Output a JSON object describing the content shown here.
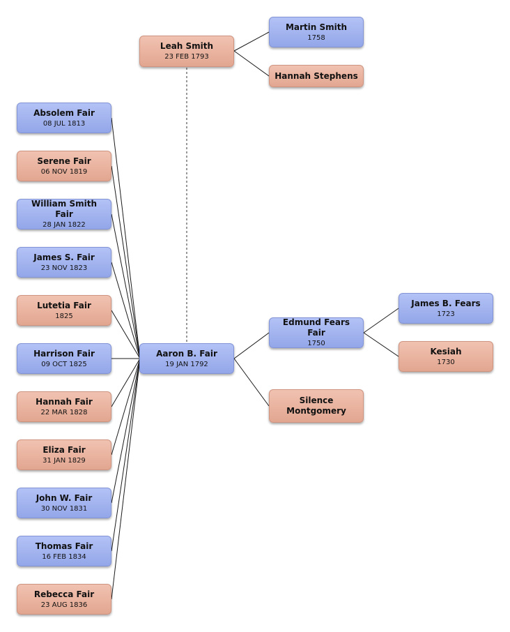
{
  "people": {
    "leah_smith": {
      "name": "Leah Smith",
      "date": "23 FEB 1793",
      "sex": "female"
    },
    "martin_smith": {
      "name": "Martin Smith",
      "date": "1758",
      "sex": "male"
    },
    "hannah_stephens": {
      "name": "Hannah Stephens",
      "date": "",
      "sex": "female"
    },
    "aaron_fair": {
      "name": "Aaron B. Fair",
      "date": "19 JAN 1792",
      "sex": "male"
    },
    "edmund_fair": {
      "name": "Edmund Fears Fair",
      "date": "1750",
      "sex": "male"
    },
    "silence_montgomery": {
      "name": "Silence Montgomery",
      "date": "",
      "sex": "female"
    },
    "james_fears": {
      "name": "James B. Fears",
      "date": "1723",
      "sex": "male"
    },
    "kesiah": {
      "name": "Kesiah",
      "date": "1730",
      "sex": "female"
    }
  },
  "children": [
    {
      "name": "Absolem Fair",
      "date": "08 JUL 1813",
      "sex": "male"
    },
    {
      "name": "Serene Fair",
      "date": "06 NOV 1819",
      "sex": "female"
    },
    {
      "name": "William Smith Fair",
      "date": "28 JAN 1822",
      "sex": "male"
    },
    {
      "name": "James S. Fair",
      "date": "23 NOV 1823",
      "sex": "male"
    },
    {
      "name": "Lutetia Fair",
      "date": "1825",
      "sex": "female"
    },
    {
      "name": "Harrison Fair",
      "date": "09 OCT 1825",
      "sex": "male"
    },
    {
      "name": "Hannah Fair",
      "date": "22 MAR 1828",
      "sex": "female"
    },
    {
      "name": "Eliza Fair",
      "date": "31 JAN 1829",
      "sex": "female"
    },
    {
      "name": "John W. Fair",
      "date": "30 NOV 1831",
      "sex": "male"
    },
    {
      "name": "Thomas Fair",
      "date": "16 FEB 1834",
      "sex": "male"
    },
    {
      "name": "Rebecca Fair",
      "date": "23 AUG 1836",
      "sex": "female"
    }
  ],
  "colors": {
    "male": "#9fb0ee",
    "female": "#e8b09c",
    "line": "#1a1a1a",
    "spouse_line": "#555555"
  }
}
